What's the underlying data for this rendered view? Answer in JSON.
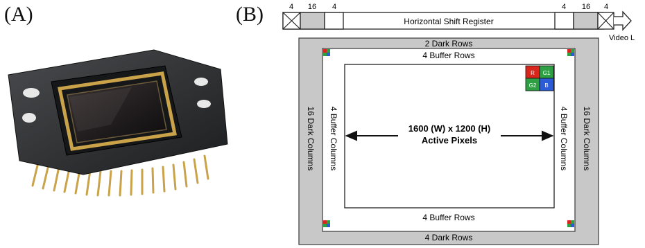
{
  "panels": {
    "a_label": "(A)",
    "b_label": "(B)"
  },
  "shift_register": {
    "title": "Horizontal Shift Register",
    "cells": [
      "4",
      "16",
      "4",
      "4",
      "16",
      "4"
    ],
    "output_label": "Video L"
  },
  "sensor": {
    "top_outer": "2 Dark Rows",
    "top_inner": "4 Buffer Rows",
    "bottom_inner": "4 Buffer Rows",
    "bottom_outer": "4 Dark Rows",
    "left_outer": "16 Dark Columns",
    "left_inner": "4 Buffer Columns",
    "right_inner": "4 Buffer Columns",
    "right_outer": "16 Dark Columns",
    "active_line1": "1600 (W) x 1200 (H)",
    "active_line2": "Active Pixels"
  },
  "bayer": {
    "r": "R",
    "g1": "G1",
    "g2": "G2",
    "b": "B",
    "colors": {
      "r": "#d9261c",
      "g": "#2ea043",
      "b": "#2b5bd7"
    }
  },
  "colors": {
    "dark_region": "#c8c8c8",
    "chip_body": "#2a2b2d",
    "gold": "#c9a24a"
  }
}
